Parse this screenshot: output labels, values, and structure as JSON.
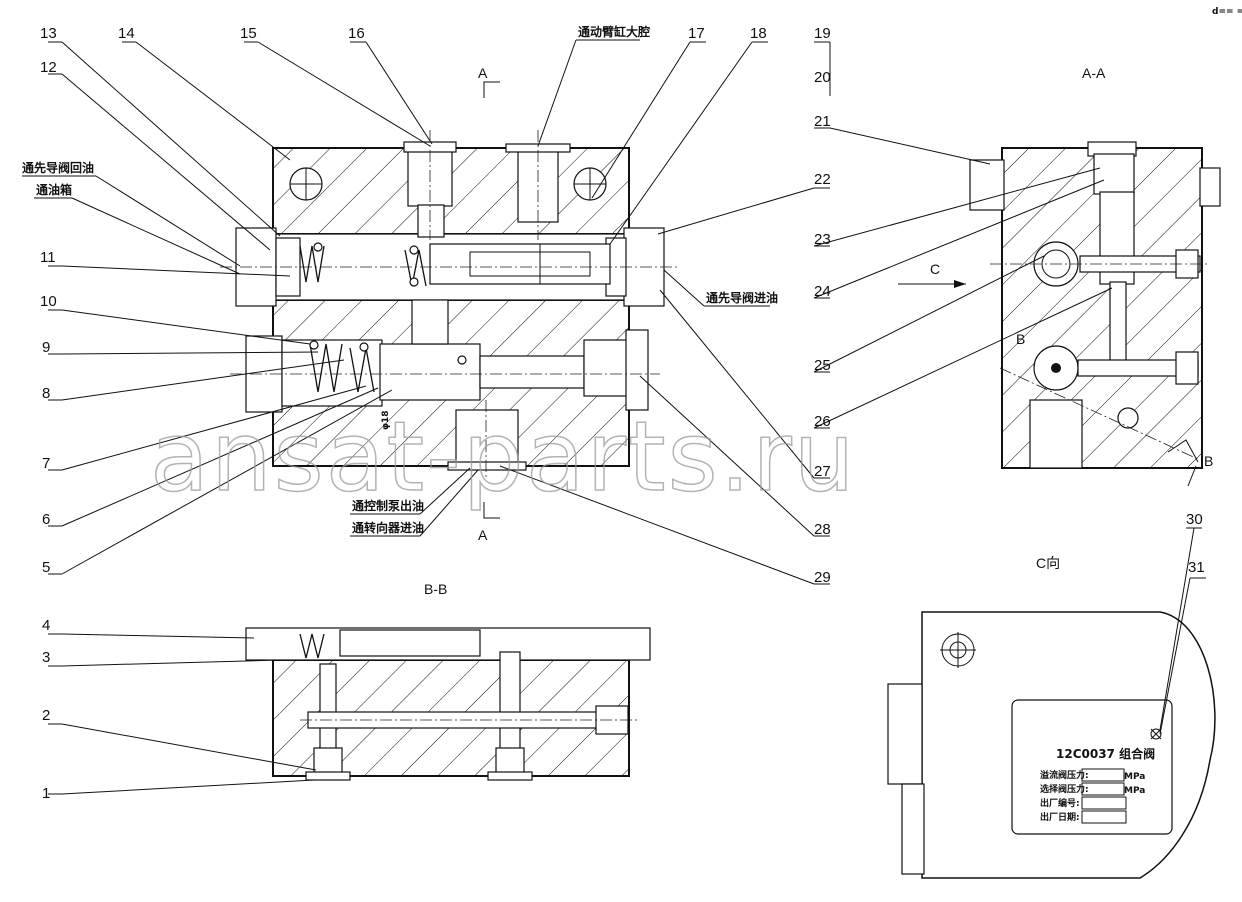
{
  "part_numbers": [
    "1",
    "2",
    "3",
    "4",
    "5",
    "6",
    "7",
    "8",
    "9",
    "10",
    "11",
    "12",
    "13",
    "14",
    "15",
    "16",
    "17",
    "18",
    "19",
    "20",
    "21",
    "22",
    "23",
    "24",
    "25",
    "26",
    "27",
    "28",
    "29",
    "30",
    "31"
  ],
  "labels": {
    "to_boom_cylinder": "通动臂缸大腔",
    "pilot_return": "通先导阀回油",
    "to_tank": "通油箱",
    "pilot_inlet": "通先导阀进油",
    "from_pump": "通控制泵出油",
    "to_steering": "通转向器进油",
    "diameter": "φ18"
  },
  "views": {
    "section_a_mark_top": "A",
    "section_a_mark_bottom": "A",
    "section_aa": "A-A",
    "section_bb": "B-B",
    "view_c": "C向",
    "arrow_c": "C",
    "mark_b_left": "B",
    "mark_b_right": "B"
  },
  "nameplate": {
    "model": "12C0037 组合阀",
    "relief_pressure_label": "溢流阀压力:",
    "select_pressure_label": "选择阀压力:",
    "unit": "MPa",
    "serial_label": "出厂编号",
    "date_label": "出厂日期",
    "colon": ":"
  },
  "watermark": "ansat-parts.ru",
  "corner_mark": "d== ===",
  "colors": {
    "line": "#111111",
    "watermark": "#9a9a9a",
    "background": "#ffffff"
  }
}
